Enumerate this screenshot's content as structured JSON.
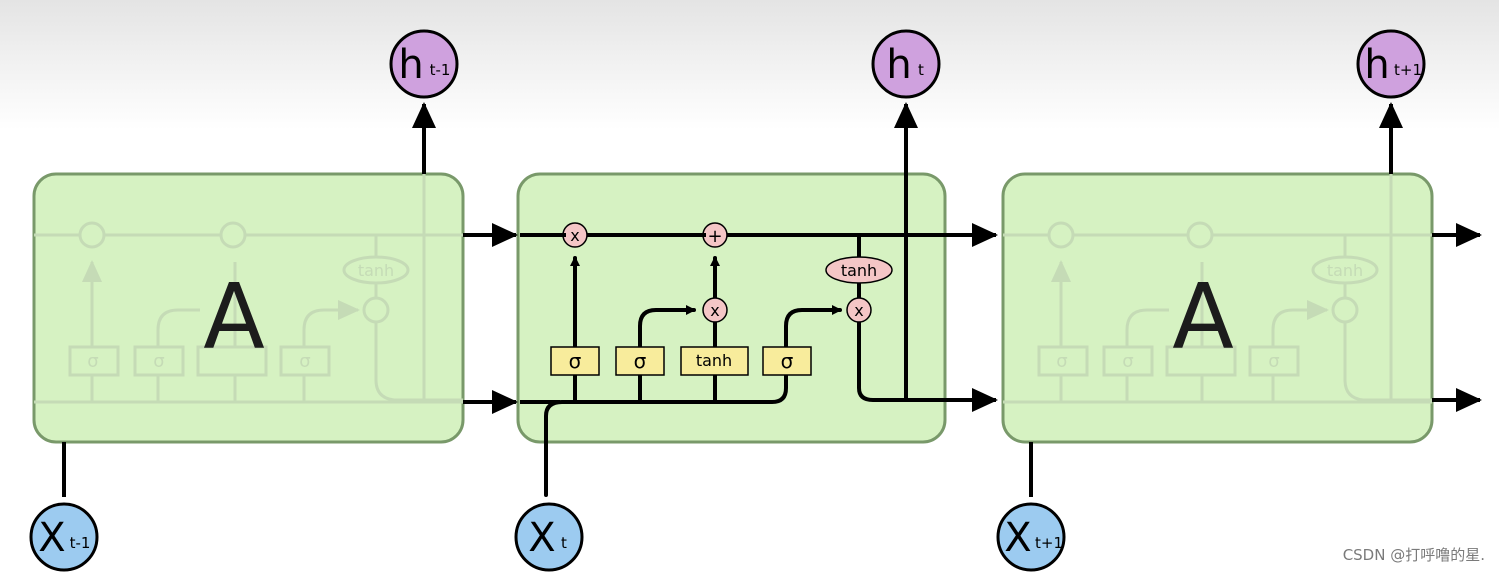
{
  "diagram": {
    "cells": {
      "left_label": "A",
      "right_label": "A"
    },
    "inputs": [
      {
        "main": "X",
        "sub": "t-1"
      },
      {
        "main": "X",
        "sub": "t"
      },
      {
        "main": "X",
        "sub": "t+1"
      }
    ],
    "outputs": [
      {
        "main": "h",
        "sub": "t-1"
      },
      {
        "main": "h",
        "sub": "t"
      },
      {
        "main": "h",
        "sub": "t+1"
      }
    ],
    "gates": {
      "forget": "σ",
      "input": "σ",
      "candidate": "tanh",
      "output": "σ",
      "cell_tanh": "tanh"
    },
    "operators": {
      "multiply": "x",
      "add": "+"
    }
  },
  "colors": {
    "cell_fill": "#d6f2c2",
    "cell_stroke": "#79996a",
    "gate_fill": "#f8ec9c",
    "op_fill": "#f4c6c6",
    "input_fill": "#9ccbf0",
    "output_fill": "#cfa1de",
    "line": "#000000"
  },
  "watermark": "CSDN @打呼噜的星."
}
